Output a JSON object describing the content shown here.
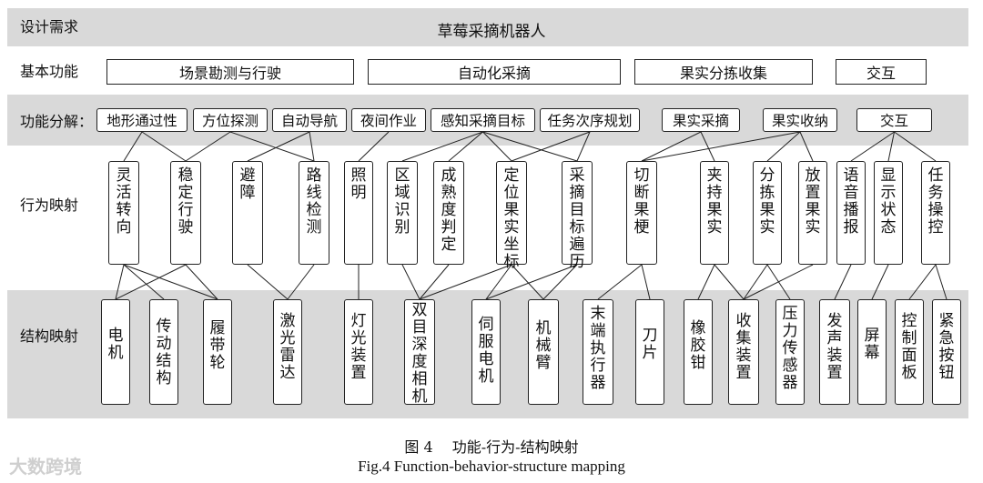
{
  "bands": {
    "design": {
      "label": "设计需求",
      "value": "草莓采摘机器人"
    },
    "basic": {
      "label": "基本功能",
      "items": [
        "场景勘测与行驶",
        "自动化采摘",
        "果实分拣收集",
        "交互"
      ]
    },
    "decomp": {
      "label": "功能分解：",
      "items": [
        "地形通过性",
        "方位探测",
        "自动导航",
        "夜间作业",
        "感知采摘目标",
        "任务次序规划",
        "果实采摘",
        "果实收纳",
        "交互"
      ]
    },
    "behavior": {
      "label": "行为映射",
      "items": [
        "灵活转向",
        "稳定行驶",
        "避障",
        "路线检测",
        "照明",
        "区域识别",
        "成熟度判定",
        "定位果实坐标",
        "采摘目标遍历",
        "切断果梗",
        "夹持果实",
        "分拣果实",
        "放置果实",
        "语音播报",
        "显示状态",
        "任务操控"
      ]
    },
    "structure": {
      "label": "结构映射",
      "items": [
        "电机",
        "传动结构",
        "履带轮",
        "激光雷达",
        "灯光装置",
        "双目深度相机",
        "伺服电机",
        "机械臂",
        "末端执行器",
        "刀片",
        "橡胶钳",
        "收集装置",
        "压力传感器",
        "发声装置",
        "屏幕",
        "控制面板",
        "紧急按钮"
      ]
    }
  },
  "links": {
    "decomp_behavior": [
      [
        0,
        0
      ],
      [
        0,
        1
      ],
      [
        1,
        1
      ],
      [
        1,
        3
      ],
      [
        2,
        2
      ],
      [
        2,
        3
      ],
      [
        3,
        4
      ],
      [
        4,
        5
      ],
      [
        4,
        6
      ],
      [
        4,
        7
      ],
      [
        4,
        8
      ],
      [
        5,
        7
      ],
      [
        5,
        8
      ],
      [
        6,
        9
      ],
      [
        6,
        10
      ],
      [
        7,
        11
      ],
      [
        7,
        12
      ],
      [
        7,
        9
      ],
      [
        8,
        13
      ],
      [
        8,
        14
      ],
      [
        8,
        15
      ]
    ],
    "behavior_structure": [
      [
        0,
        0
      ],
      [
        0,
        1
      ],
      [
        0,
        2
      ],
      [
        1,
        0
      ],
      [
        1,
        2
      ],
      [
        2,
        3
      ],
      [
        3,
        3
      ],
      [
        4,
        4
      ],
      [
        5,
        5
      ],
      [
        6,
        5
      ],
      [
        7,
        5
      ],
      [
        7,
        6
      ],
      [
        7,
        7
      ],
      [
        8,
        6
      ],
      [
        8,
        7
      ],
      [
        9,
        8
      ],
      [
        9,
        9
      ],
      [
        10,
        10
      ],
      [
        10,
        11
      ],
      [
        11,
        11
      ],
      [
        11,
        12
      ],
      [
        12,
        11
      ],
      [
        13,
        13
      ],
      [
        14,
        14
      ],
      [
        15,
        15
      ],
      [
        15,
        16
      ]
    ]
  },
  "caption": {
    "cn": "图 4　 功能-行为-结构映射",
    "en": "Fig.4 Function-behavior-structure mapping"
  },
  "watermark": "大数跨境",
  "colors": {
    "band": "#d9d9d9",
    "border": "#222222"
  }
}
